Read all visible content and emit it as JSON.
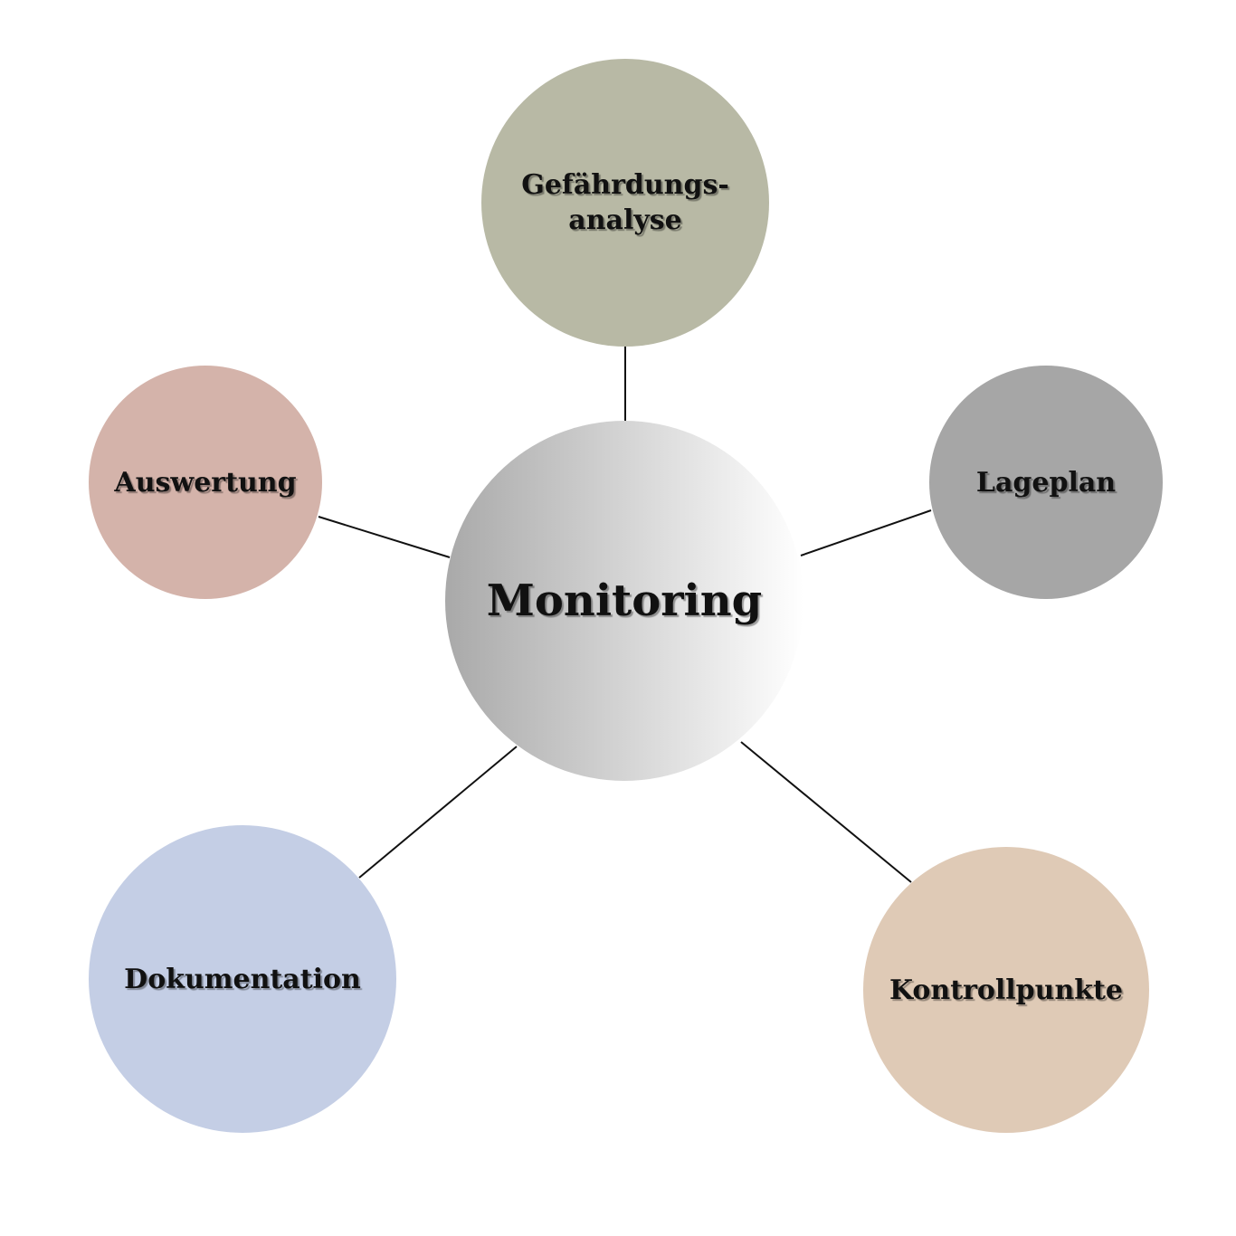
{
  "center": {
    "label": "Monitoring",
    "gradient_from": "#a9a9a9",
    "gradient_to": "#ffffff"
  },
  "nodes": [
    {
      "id": "gefaehrdung",
      "label_line1": "Gefährdungs-",
      "label_line2": "analyse",
      "color": "#b8b9a5"
    },
    {
      "id": "lageplan",
      "label": "Lageplan",
      "color": "#a6a6a6"
    },
    {
      "id": "kontroll",
      "label": "Kontrollpunkte",
      "color": "#dfcab6"
    },
    {
      "id": "doku",
      "label": "Dokumentation",
      "color": "#c4cee5"
    },
    {
      "id": "auswertung",
      "label": "Auswertung",
      "color": "#d4b3aa"
    }
  ]
}
